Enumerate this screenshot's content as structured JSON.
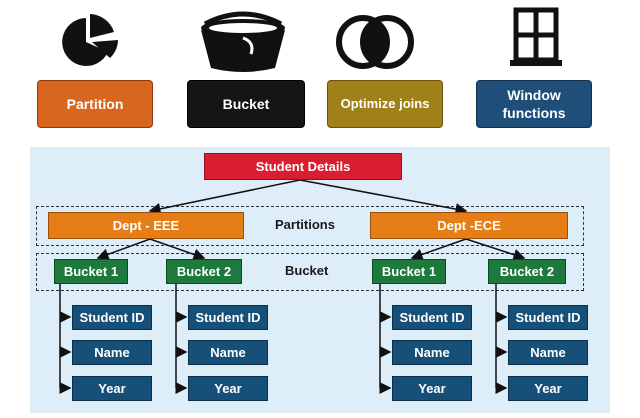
{
  "top_row": {
    "partition_label": "Partition",
    "bucket_label": "Bucket",
    "optimize_label": "Optimize joins",
    "window_label": "Window functions"
  },
  "diagram": {
    "root": "Student Details",
    "partitions_label": "Partitions",
    "bucket_row_label": "Bucket",
    "depts": [
      "Dept - EEE",
      "Dept -ECE"
    ],
    "buckets": [
      "Bucket 1",
      "Bucket 2",
      "Bucket 1",
      "Bucket 2"
    ],
    "fields": [
      "Student ID",
      "Name",
      "Year"
    ]
  },
  "colors": {
    "partition": "#d9661e",
    "bucket": "#151515",
    "optimize": "#a08018",
    "window": "#1f4e79",
    "root": "#d91e32",
    "dept": "#e67e18",
    "bucket_box": "#1e7a3c",
    "field_box": "#164f78",
    "panel": "#ddeef8"
  },
  "icons": [
    "pie-chart-icon",
    "bucket-icon",
    "venn-circles-icon",
    "window-icon"
  ]
}
